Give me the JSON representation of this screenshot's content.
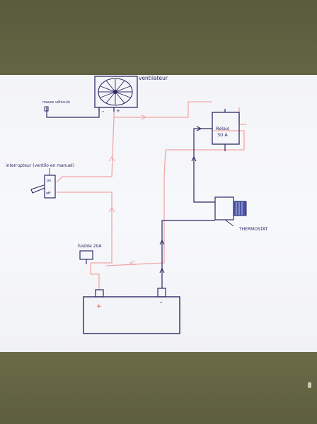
{
  "labels": {
    "ventilateur": "ventilateur",
    "masse_vehicule": "masse véhicule",
    "fan_minus": "-",
    "fan_plus": "+",
    "relais": "Relais",
    "relais_rating": "30 A",
    "interrupteur": "interrupteur (ventilo en manuel)",
    "switch_on": "on",
    "switch_off": "off",
    "thermostat": "THERMOSTAT",
    "fusible": "fusible 20A",
    "battery_plus": "+",
    "battery_minus": "-"
  },
  "colors": {
    "ink": "#2a2a66",
    "positive_wire": "#f2a6a6",
    "paper": "#f5f6f9",
    "background": "#6b6a47"
  }
}
